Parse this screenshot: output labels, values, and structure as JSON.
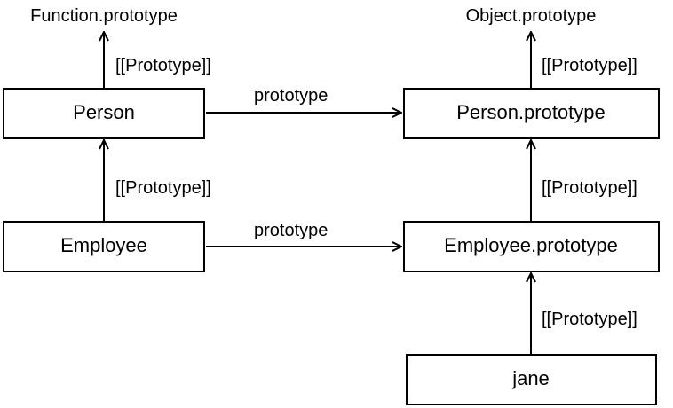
{
  "nodes": {
    "person": "Person",
    "employee": "Employee",
    "person_prototype": "Person.prototype",
    "employee_prototype": "Employee.prototype",
    "jane": "jane",
    "function_prototype": "Function.prototype",
    "object_prototype": "Object.prototype"
  },
  "edges": {
    "person_to_function_prototype": "[[Prototype]]",
    "employee_to_person": "[[Prototype]]",
    "person_prototype_to_object_prototype": "[[Prototype]]",
    "employee_prototype_to_person_prototype": "[[Prototype]]",
    "jane_to_employee_prototype": "[[Prototype]]",
    "person_prototype_link": "prototype",
    "employee_prototype_link": "prototype"
  }
}
